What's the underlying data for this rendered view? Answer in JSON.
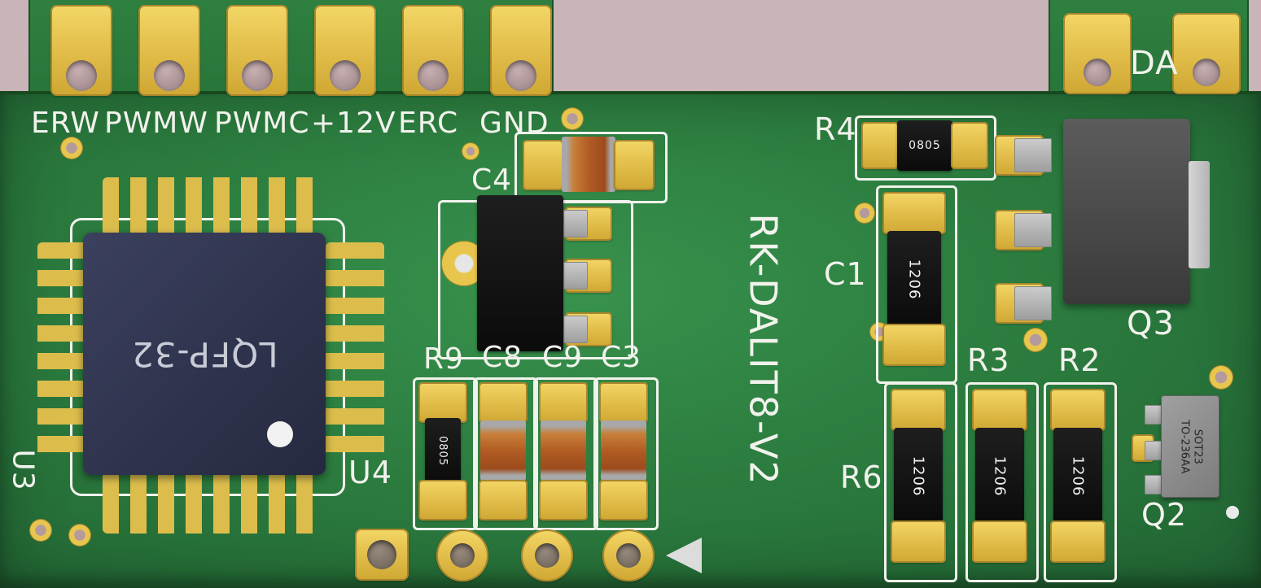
{
  "board": {
    "title_vertical": "RK-DALIT8-V2"
  },
  "connectors": {
    "labels": [
      "ERW",
      "PWMW",
      "PWMC",
      "+12V",
      "ERC",
      "GND"
    ]
  },
  "da_pad": {
    "label": "DA"
  },
  "refs": {
    "u3": "U3",
    "u4": "U4",
    "c4": "C4",
    "r9": "R9",
    "c8": "C8",
    "c9": "C9",
    "c3": "C3",
    "r4": "R4",
    "c1": "C1",
    "r3": "R3",
    "r2": "R2",
    "r6": "R6",
    "q3": "Q3",
    "q2": "Q2"
  },
  "markings": {
    "lqfp": "LQFP-32",
    "r9": "0805",
    "r4": "0805",
    "c1": "1206",
    "r6": "1206",
    "r3": "1206",
    "r2": "1206",
    "q2_line1": "SOT23",
    "q2_line2": "TO-236AA"
  }
}
